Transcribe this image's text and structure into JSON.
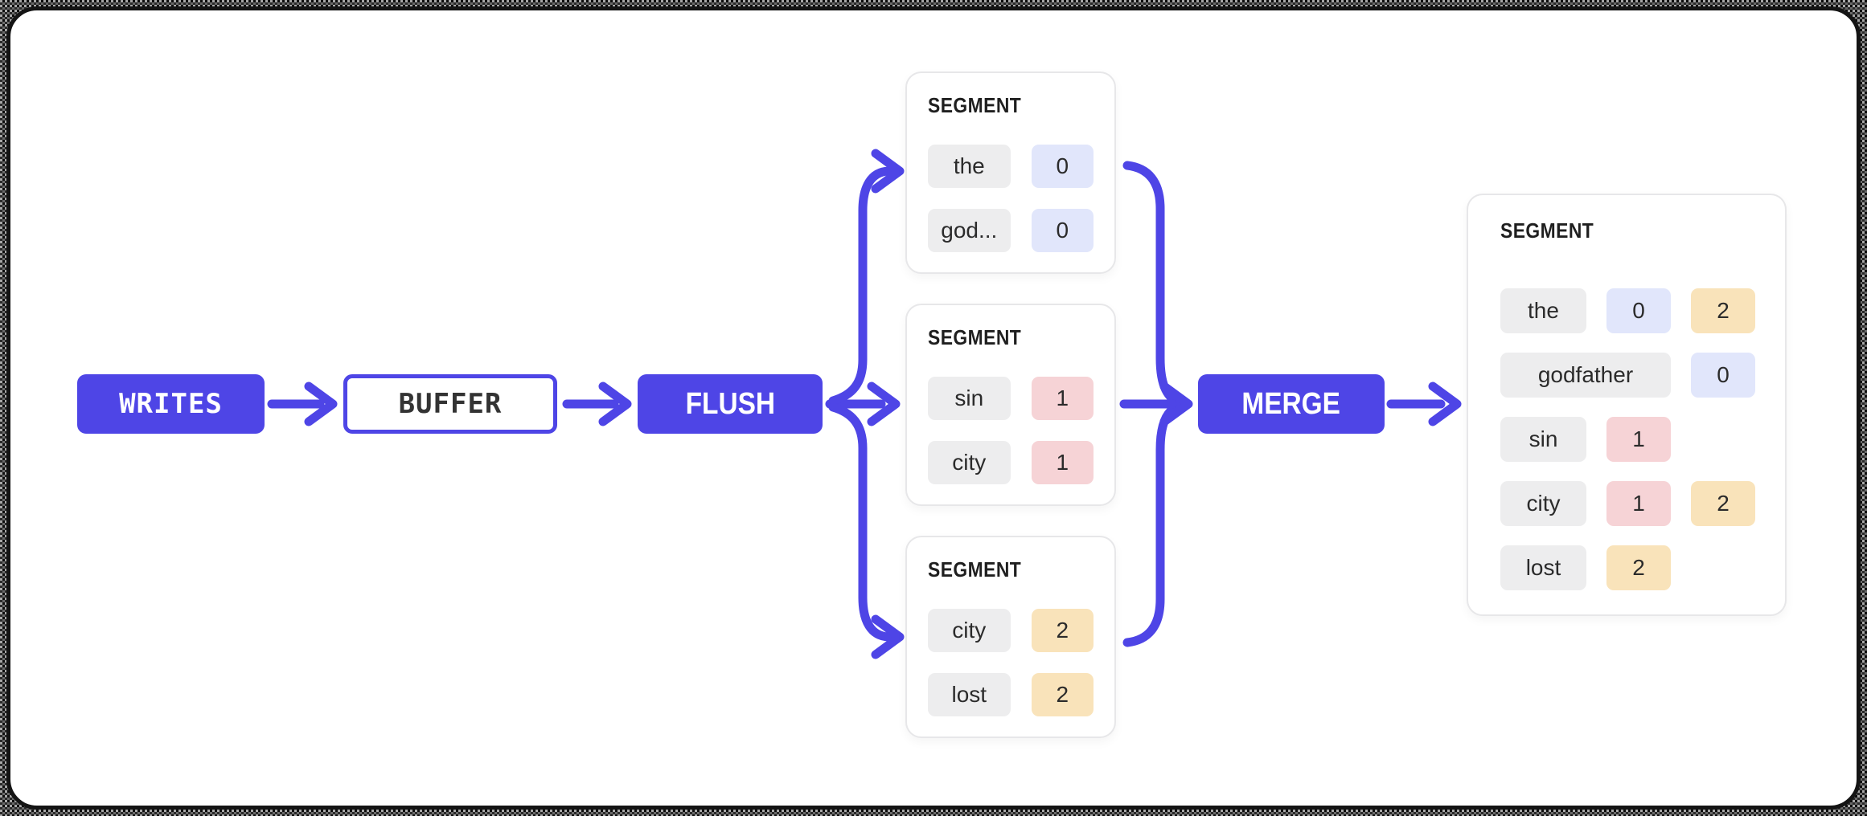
{
  "colors": {
    "accent": "#4e45e6",
    "term_chip_bg": "#ededee",
    "blue_chip_bg": "#e1e6fb",
    "pink_chip_bg": "#f6d3d6",
    "amber_chip_bg": "#f9e3ba",
    "box_border": "#e7e7e9",
    "text_dark": "#2b2b2b"
  },
  "nodes": {
    "writes": {
      "label": "WRITES"
    },
    "buffer": {
      "label": "BUFFER"
    },
    "flush": {
      "label": "FLUSH"
    },
    "merge": {
      "label": "MERGE"
    }
  },
  "segments": [
    {
      "title": "SEGMENT",
      "rows": [
        {
          "term": "the",
          "badges": [
            {
              "value": "0",
              "color": "blue"
            }
          ]
        },
        {
          "term": "god...",
          "badges": [
            {
              "value": "0",
              "color": "blue"
            }
          ]
        }
      ]
    },
    {
      "title": "SEGMENT",
      "rows": [
        {
          "term": "sin",
          "badges": [
            {
              "value": "1",
              "color": "pink"
            }
          ]
        },
        {
          "term": "city",
          "badges": [
            {
              "value": "1",
              "color": "pink"
            }
          ]
        }
      ]
    },
    {
      "title": "SEGMENT",
      "rows": [
        {
          "term": "city",
          "badges": [
            {
              "value": "2",
              "color": "amber"
            }
          ]
        },
        {
          "term": "lost",
          "badges": [
            {
              "value": "2",
              "color": "amber"
            }
          ]
        }
      ]
    }
  ],
  "merged_segment": {
    "title": "SEGMENT",
    "rows": [
      {
        "term": "the",
        "badges": [
          {
            "value": "0",
            "color": "blue"
          },
          {
            "value": "2",
            "color": "amber"
          }
        ]
      },
      {
        "term": "godfather",
        "badges": [
          {
            "value": "0",
            "color": "blue"
          }
        ]
      },
      {
        "term": "sin",
        "badges": [
          {
            "value": "1",
            "color": "pink"
          }
        ]
      },
      {
        "term": "city",
        "badges": [
          {
            "value": "1",
            "color": "pink"
          },
          {
            "value": "2",
            "color": "amber"
          }
        ]
      },
      {
        "term": "lost",
        "badges": [
          {
            "value": "2",
            "color": "amber"
          }
        ]
      }
    ]
  }
}
